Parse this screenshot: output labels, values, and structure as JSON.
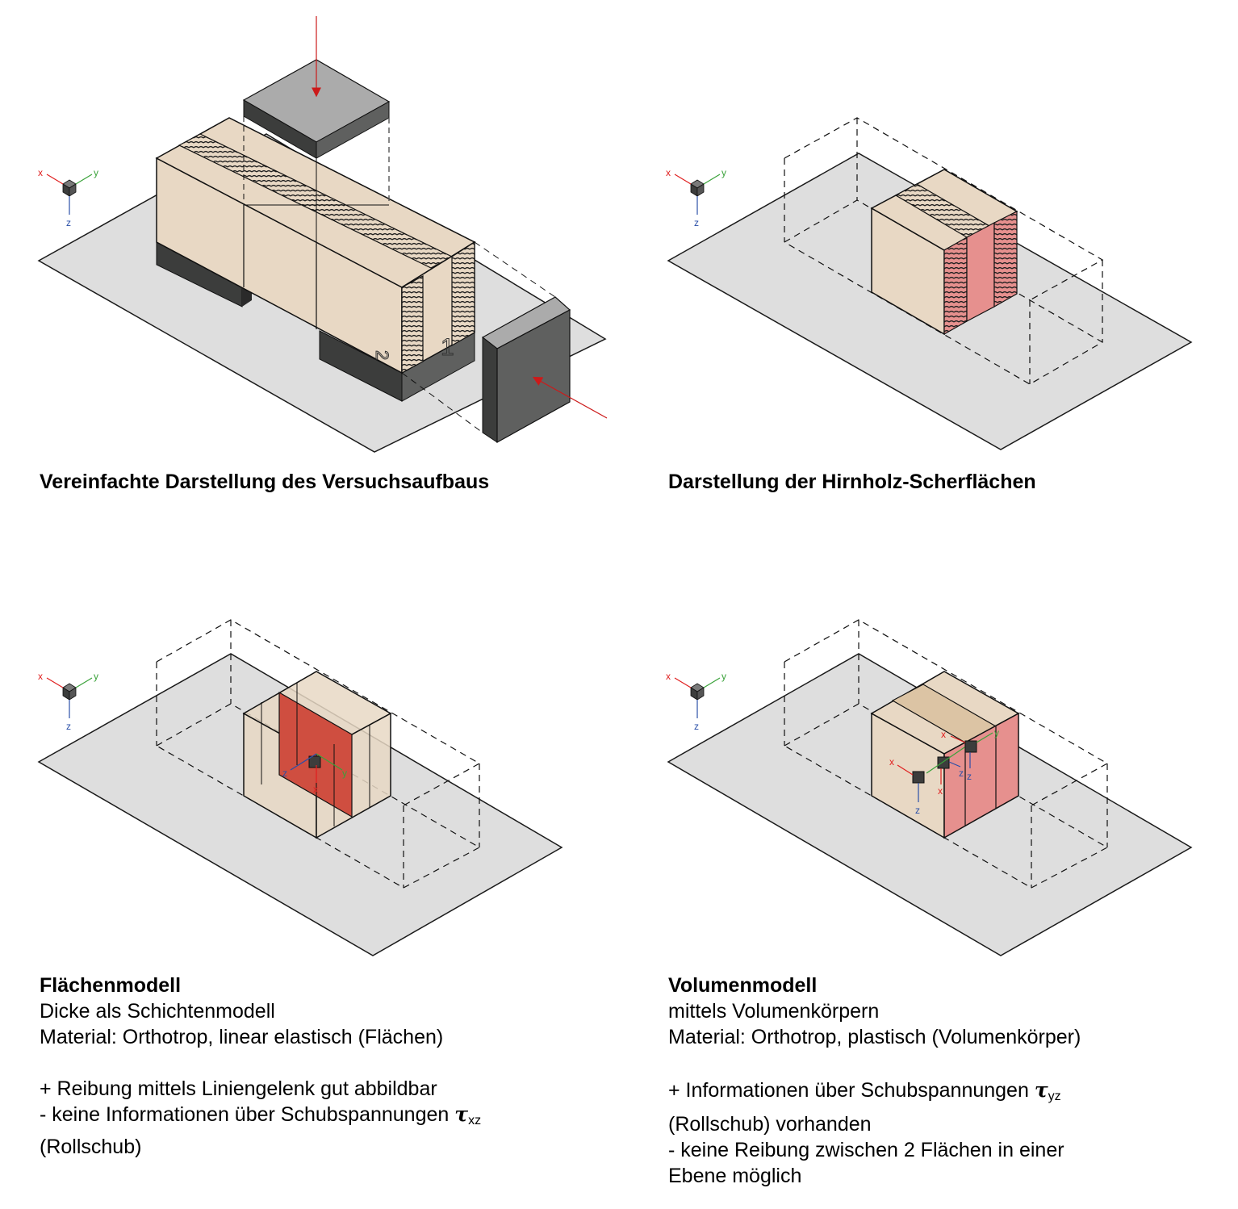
{
  "colors": {
    "ground": "#dedede",
    "wood": "#e8d8c4",
    "wood_dark": "#dcc4a4",
    "grain": "#1e1e1e",
    "steel_top": "#ababab",
    "steel_left": "#3c3d3c",
    "steel_right": "#5f605f",
    "shear_face": "#e6908e",
    "shell_face": "#cf4e40",
    "axis_x": "#e02020",
    "axis_y": "#3aa23a",
    "axis_z": "#2a4fa8",
    "force_arrow": "#cc1a1a"
  },
  "axes": {
    "x": "x",
    "y": "y",
    "z": "z"
  },
  "panels": [
    {
      "id": "setup",
      "title": "Vereinfachte Darstellung des Versuchsaufbaus",
      "marks": {
        "label_1": "1",
        "label_2": "2"
      }
    },
    {
      "id": "shear-faces",
      "title": "Darstellung der Hirnholz-Scherflächen"
    },
    {
      "id": "shell-model",
      "title": "Flächenmodell",
      "lines": [
        "Dicke als Schichtenmodell",
        "Material: Orthotrop, linear elastisch (Flächen)"
      ],
      "pros": "+ Reibung mittels Liniengelenk gut abbildbar",
      "cons": "- keine Informationen über Schubspannungen",
      "cons_symbol": "τ",
      "cons_subscript": "xz",
      "cons_tail": "(Rollschub)"
    },
    {
      "id": "volume-model",
      "title": "Volumenmodell",
      "lines": [
        "mittels Volumenkörpern",
        "Material: Orthotrop, plastisch (Volumenkörper)"
      ],
      "pros": "+ Informationen über Schubspannungen",
      "pros_symbol": "τ",
      "pros_subscript": "yz",
      "pros_tail": "(Rollschub) vorhanden",
      "cons": "- keine Reibung zwischen 2 Flächen in einer",
      "cons_tail": "Ebene möglich"
    }
  ]
}
